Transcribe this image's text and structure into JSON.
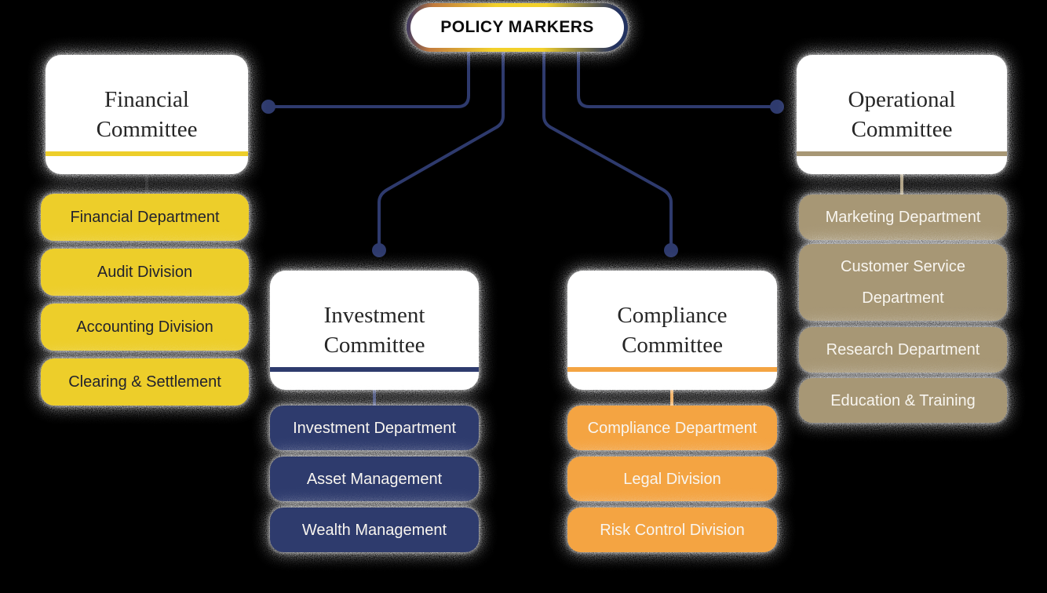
{
  "root": {
    "label": "POLICY MARKERS"
  },
  "colors": {
    "background": "#000000",
    "card_bg": "#ffffff",
    "connector_navy": "#2e3a6d",
    "financial_accent": "#edce29",
    "investment_accent": "#2e3a6d",
    "compliance_accent": "#f4a443",
    "operational_accent": "#a79775",
    "financial_connector": "#161616",
    "title_text": "#262626",
    "root_text": "#101010",
    "dept_text_dark": "#22242e",
    "dept_text_light": "#f8f5ef",
    "pill_gradient": [
      "#343464",
      "#c27b3e",
      "#f2d02b",
      "#23305e"
    ]
  },
  "committees": [
    {
      "name": "Financial Committee",
      "title_lines": [
        "Financial",
        "Committee"
      ],
      "departments": [
        "Financial Department",
        "Audit Division",
        "Accounting Division",
        "Clearing & Settlement"
      ]
    },
    {
      "name": "Investment Committee",
      "title_lines": [
        "Investment",
        "Committee"
      ],
      "departments": [
        "Investment Department",
        "Asset Management",
        "Wealth Management"
      ]
    },
    {
      "name": "Compliance Committee",
      "title_lines": [
        "Compliance",
        "Committee"
      ],
      "departments": [
        "Compliance Department",
        "Legal Division",
        "Risk Control Division"
      ]
    },
    {
      "name": "Operational Committee",
      "title_lines": [
        "Operational",
        "Committee"
      ],
      "departments": [
        "Marketing Department",
        "Customer Service Department",
        "Research Department",
        "Education & Training"
      ]
    }
  ]
}
